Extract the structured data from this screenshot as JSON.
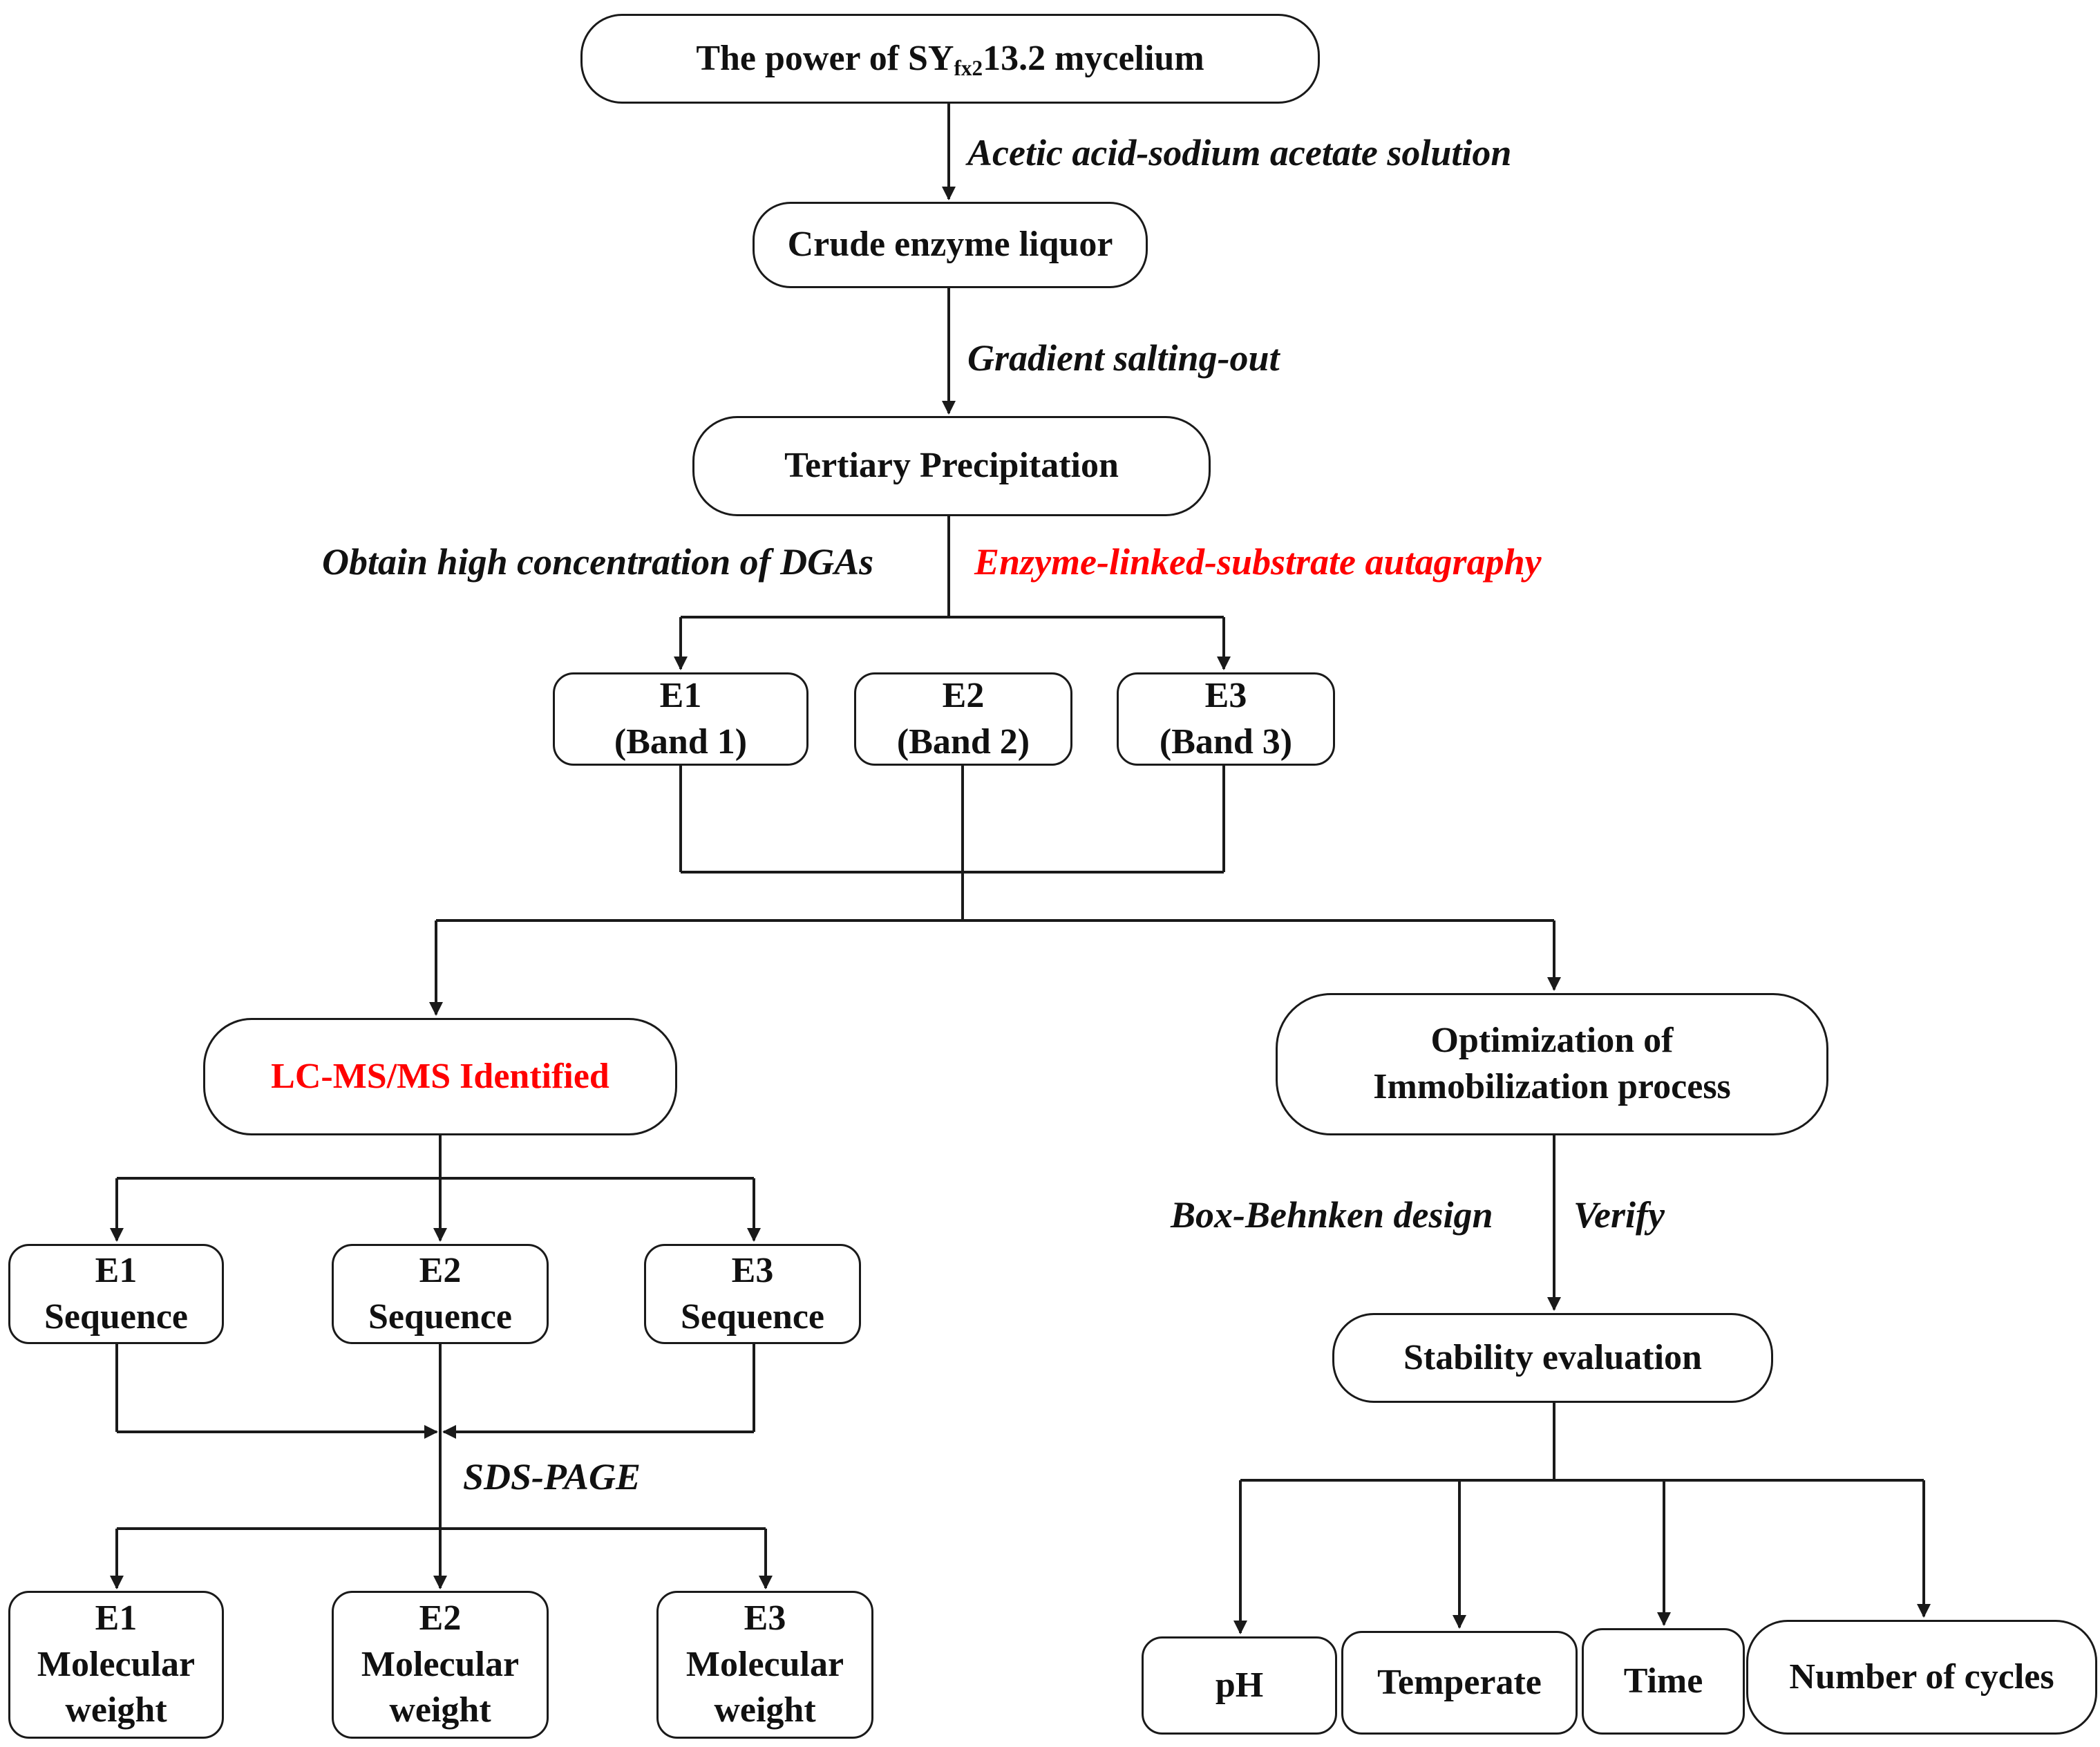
{
  "nodes": {
    "start": {
      "pre": "The power of SY",
      "sub": "fx2",
      "post": "13.2 mycelium"
    },
    "crude": "Crude enzyme liquor",
    "tertiary": "Tertiary Precipitation",
    "bands": [
      {
        "line1": "E1",
        "line2": "(Band 1)"
      },
      {
        "line1": "E2",
        "line2": "(Band 2)"
      },
      {
        "line1": "E3",
        "line2": "(Band 3)"
      }
    ],
    "lcms": "LC-MS/MS Identified",
    "optim": {
      "line1": "Optimization of",
      "line2": "Immobilization process"
    },
    "sequences": [
      {
        "line1": "E1",
        "line2": "Sequence"
      },
      {
        "line1": "E2",
        "line2": "Sequence"
      },
      {
        "line1": "E3",
        "line2": "Sequence"
      }
    ],
    "molecular": [
      {
        "line1": "E1",
        "line2": "Molecular",
        "line3": "weight"
      },
      {
        "line1": "E2",
        "line2": "Molecular",
        "line3": "weight"
      },
      {
        "line1": "E3",
        "line2": "Molecular",
        "line3": "weight"
      }
    ],
    "stability": "Stability evaluation",
    "factors": [
      "pH",
      "Temperate",
      "Time",
      "Number of cycles"
    ]
  },
  "labels": {
    "acetic": "Acetic acid-sodium acetate solution",
    "gradient": "Gradient salting-out",
    "obtain": "Obtain high concentration of DGAs",
    "enzyme_linked": "Enzyme-linked-substrate autagraphy",
    "box_behnken": "Box-Behnken design",
    "verify": "Verify",
    "sds": "SDS-PAGE"
  },
  "colors": {
    "text": "#111111",
    "highlight": "#ff0000",
    "line": "#1a1a1a"
  }
}
